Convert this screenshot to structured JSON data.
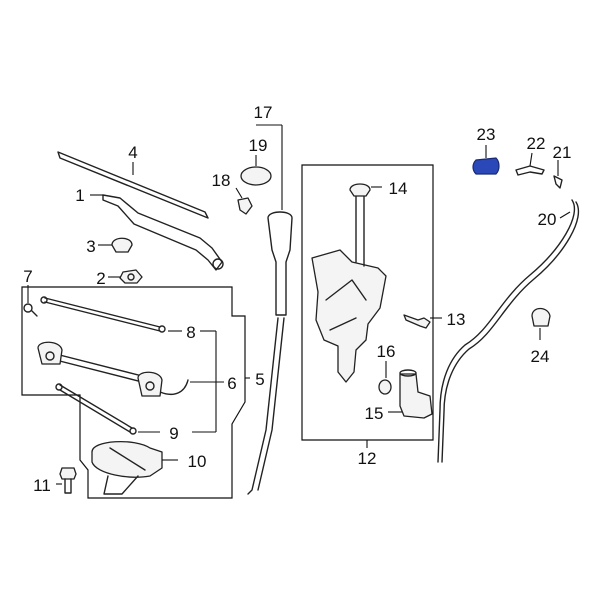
{
  "diagram": {
    "callouts": [
      "1",
      "2",
      "3",
      "4",
      "5",
      "6",
      "7",
      "8",
      "9",
      "10",
      "11",
      "12",
      "13",
      "14",
      "15",
      "16",
      "17",
      "18",
      "19",
      "20",
      "21",
      "22",
      "23",
      "24"
    ],
    "highlight_color": "#2a48b8"
  }
}
